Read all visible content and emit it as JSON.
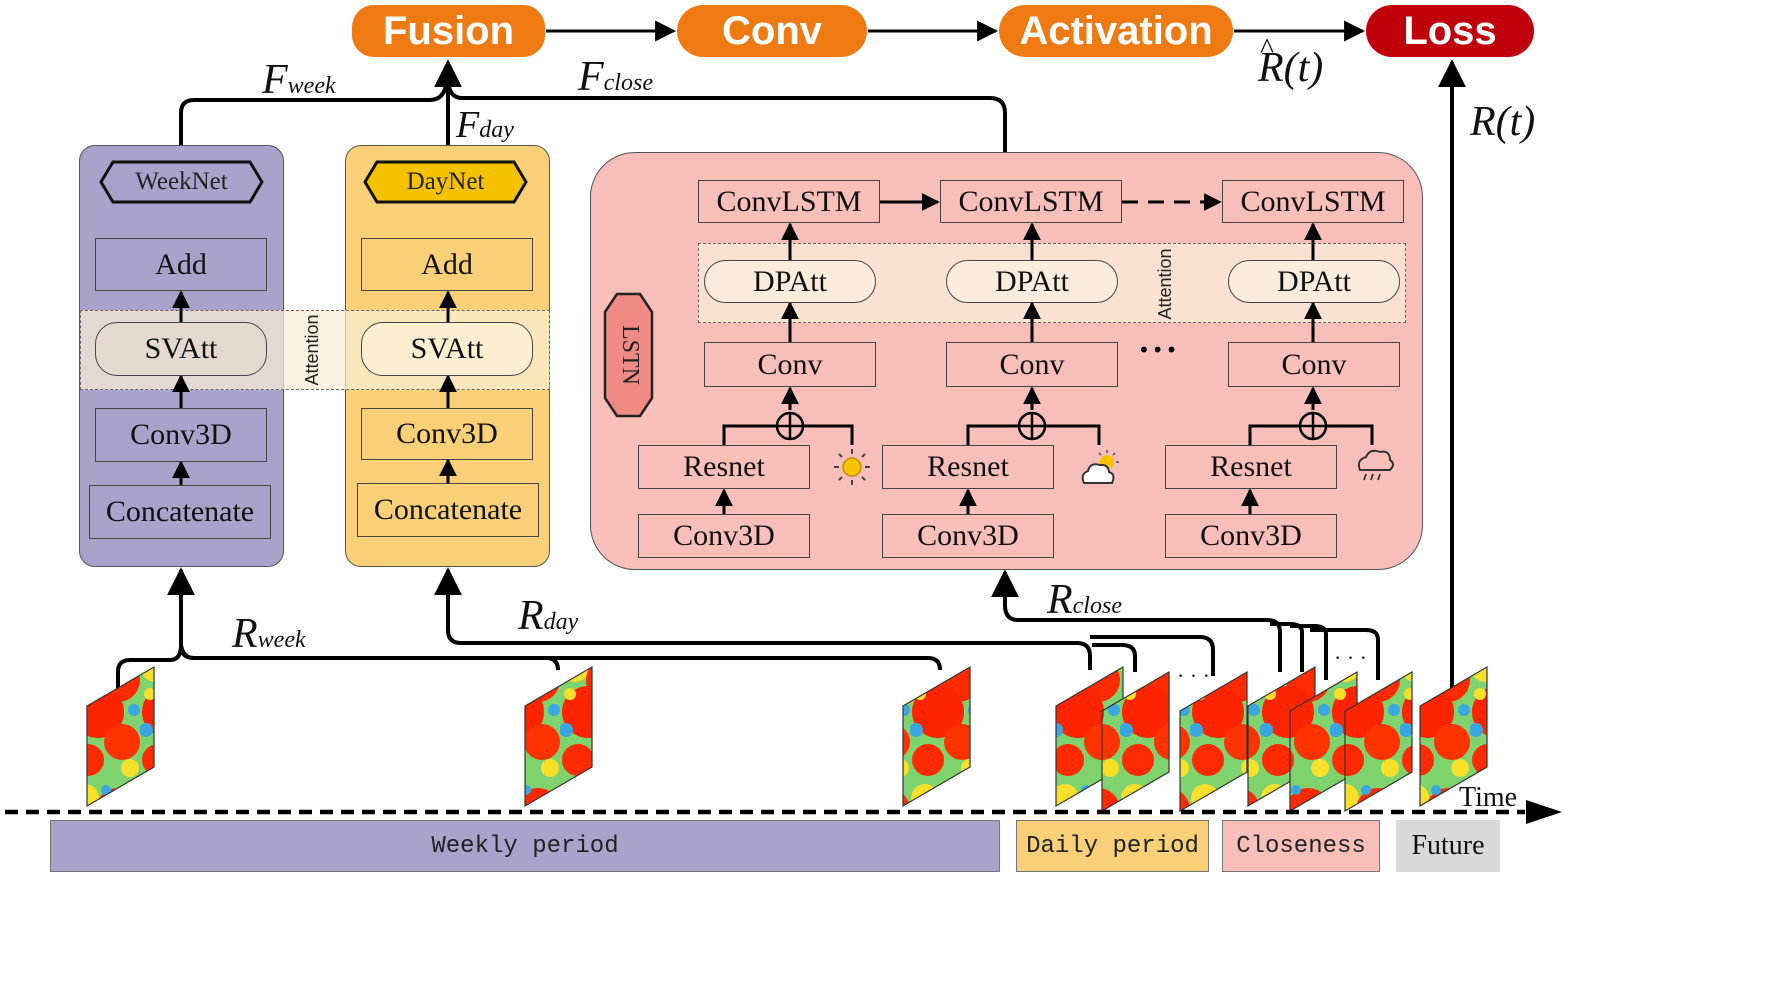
{
  "pipeline": {
    "fusion": "Fusion",
    "conv": "Conv",
    "activation": "Activation",
    "loss": "Loss"
  },
  "labels": {
    "f_week_main": "F",
    "f_week_sub": "week",
    "f_day_main": "F",
    "f_day_sub": "day",
    "f_close_main": "F",
    "f_close_sub": "close",
    "r_hat": "R(t)",
    "r_t": "R(t)",
    "r_week_main": "R",
    "r_week_sub": "week",
    "r_day_main": "R",
    "r_day_sub": "day",
    "r_close_main": "R",
    "r_close_sub": "close"
  },
  "weeknet": {
    "title": "WeekNet",
    "add": "Add",
    "svatt": "SVAtt",
    "conv3d": "Conv3D",
    "concatenate": "Concatenate",
    "attention": "Attention"
  },
  "daynet": {
    "title": "DayNet",
    "add": "Add",
    "svatt": "SVAtt",
    "conv3d": "Conv3D",
    "concatenate": "Concatenate"
  },
  "lstn": {
    "title": "LSTN",
    "attention": "Attention",
    "convlstm": "ConvLSTM",
    "dpatt": "DPAtt",
    "conv": "Conv",
    "resnet": "Resnet",
    "conv3d": "Conv3D",
    "dots": "•••"
  },
  "timeline": {
    "time": "Time",
    "weekly": "Weekly period",
    "daily": "Daily period",
    "closeness": "Closeness",
    "future": "Future",
    "dots": "· · ·"
  },
  "colors": {
    "orange": "#F07A12",
    "loss_red": "#C0000B",
    "weeknet_bg": "#A9A3CB",
    "daynet_bg": "#F9CF78",
    "lstn_bg": "#F7BEBA",
    "future_bg": "#D9D9D9"
  }
}
